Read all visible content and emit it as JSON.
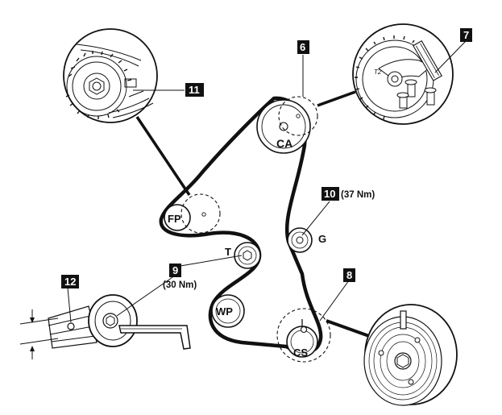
{
  "pulleys": {
    "ca": "CA",
    "fp": "FP",
    "t": "T",
    "g": "G",
    "wp": "WP",
    "cs": "CS"
  },
  "callouts": {
    "n6": "6",
    "n7": "7",
    "n8": "8",
    "n9": "9",
    "n10": "10",
    "n11": "11",
    "n12": "12"
  },
  "torques": {
    "n9": "(30 Nm)",
    "n10": "(37 Nm)"
  },
  "sprocket_marking": "T2",
  "colors": {
    "ink": "#111111",
    "paper": "#ffffff",
    "callout_box": "#111111",
    "callout_text": "#ffffff"
  }
}
